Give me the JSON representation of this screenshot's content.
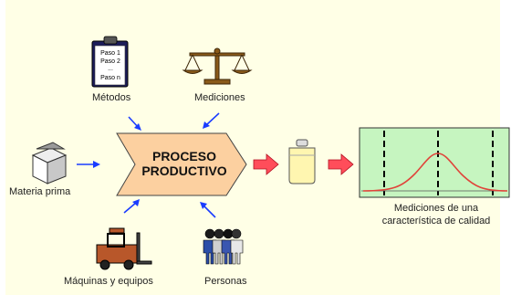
{
  "labels": {
    "metodos": "Métodos",
    "mediciones": "Mediciones",
    "materia_prima": "Materia prima",
    "maquinas": "Máquinas y equipos",
    "personas": "Personas",
    "proceso_line1": "PROCESO",
    "proceso_line2": "PRODUCTIVO",
    "caption_line1": "Mediciones de una",
    "caption_line2": "característica de calidad"
  },
  "clipboard": {
    "line1": "Paso 1",
    "line2": "Paso 2",
    "line3": "...",
    "line4": "Paso n"
  },
  "colors": {
    "background": "#ffffe6",
    "process_shape": "#fcd0a0",
    "blue_arrow": "#1a3cff",
    "red_arrow": "#ff4d5a",
    "chart_bg": "#c6f5c0",
    "curve": "#e0443a"
  }
}
